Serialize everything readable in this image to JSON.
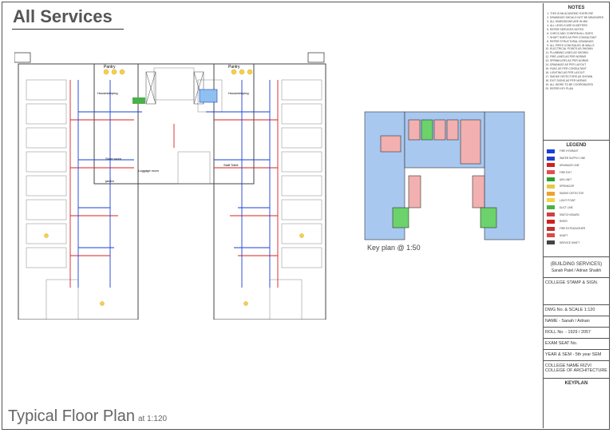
{
  "header": {
    "title": "All Services"
  },
  "footer": {
    "title": "Typical Floor Plan",
    "scale": "at 1:120"
  },
  "keyplan": {
    "caption": "Key plan @ 1:50"
  },
  "plan_labels": {
    "pantry_left": "Pantry",
    "pantry_right": "Pantry",
    "housekeeping_left": "Housekeeping",
    "housekeeping_right": "Housekeeping",
    "store_room": "Store room",
    "luggage_room": "Luggage room",
    "janitor": "janitor",
    "staff_toilet": "Staff Toilet"
  },
  "sidebar": {
    "notes_heading": "NOTES",
    "notes": [
      "THIS IS AN ACADEMIC EXERCISE",
      "DRAWINGS SHOULD NOT BE MEASURED",
      "ALL DIMENSIONS ARE IN MM",
      "ALL LEVELS ARE IN METERS",
      "REFER SERVICES NOTES",
      "CHECK AND CONFIRM ALL SIZES",
      "SHAFT SIZES AS PER CONSULTANT",
      "REFER STRUCTURAL DRAWINGS",
      "ALL PIPES CONCEALED IN WALLS",
      "ELECTRICAL POINTS AS SHOWN",
      "PLUMBING LINES AS SHOWN",
      "FIRE LINES AS PER NORMS",
      "SPRINKLERS AS PER NORMS",
      "DRAINAGE AS PER LAYOUT",
      "HVAC AS PER CONSULTANT",
      "LIGHTING AS PER LAYOUT",
      "SMOKE DETECTORS AS SHOWN",
      "EXIT SIGNS AS PER NORMS",
      "ALL WORK TO BE COORDINATED",
      "REFER KEY PLAN"
    ],
    "legend_heading": "LEGEND",
    "legend": [
      {
        "label": "FIRE HYDRANT",
        "color": "#1b3fd6"
      },
      {
        "label": "WATER SUPPLY LINE",
        "color": "#2040c8"
      },
      {
        "label": "DRAINAGE LINE",
        "color": "#d02020"
      },
      {
        "label": "FIRE EXIT",
        "color": "#e05050"
      },
      {
        "label": "AHU UNIT",
        "color": "#2ca02c"
      },
      {
        "label": "SPRINKLER",
        "color": "#e8c840"
      },
      {
        "label": "SMOKE DETECTOR",
        "color": "#f0a030"
      },
      {
        "label": "LIGHT POINT",
        "color": "#f4d24a"
      },
      {
        "label": "DUCT LINE",
        "color": "#4ab04a"
      },
      {
        "label": "SWITCH BOARD",
        "color": "#d04040"
      },
      {
        "label": "RISER",
        "color": "#d02020"
      },
      {
        "label": "FIRE EXTINGUISHER",
        "color": "#c03030"
      },
      {
        "label": "SHAFT",
        "color": "#d84a4a"
      },
      {
        "label": "SERVICE SHAFT",
        "color": "#444444"
      }
    ],
    "stamp_title": "(BUILDING SERVICES)",
    "stamp_name": "Sanah Patel / Adnan Shaikh",
    "college_stamp": "COLLEGE STAMP & SIGN.",
    "dwg": "DWG No. & SCALE 1:120",
    "name": "NAME - Sanah / Adnan",
    "roll": "ROLL No. - 1929 / 2057",
    "exam": "EXAM SEAT No.",
    "year": "YEAR & SEM - 5th year  SEM",
    "college": "COLLEGE NAME RIZVI COLLEGE OF ARCHITECTURE",
    "keyplan_label": "KEYPLAN"
  },
  "colors": {
    "room_blue": "#a8c8f0",
    "room_red": "#f2b0b0",
    "room_green": "#6cd26c",
    "wall": "#444444",
    "supply": "#1b3fd6",
    "drain": "#d82020"
  }
}
